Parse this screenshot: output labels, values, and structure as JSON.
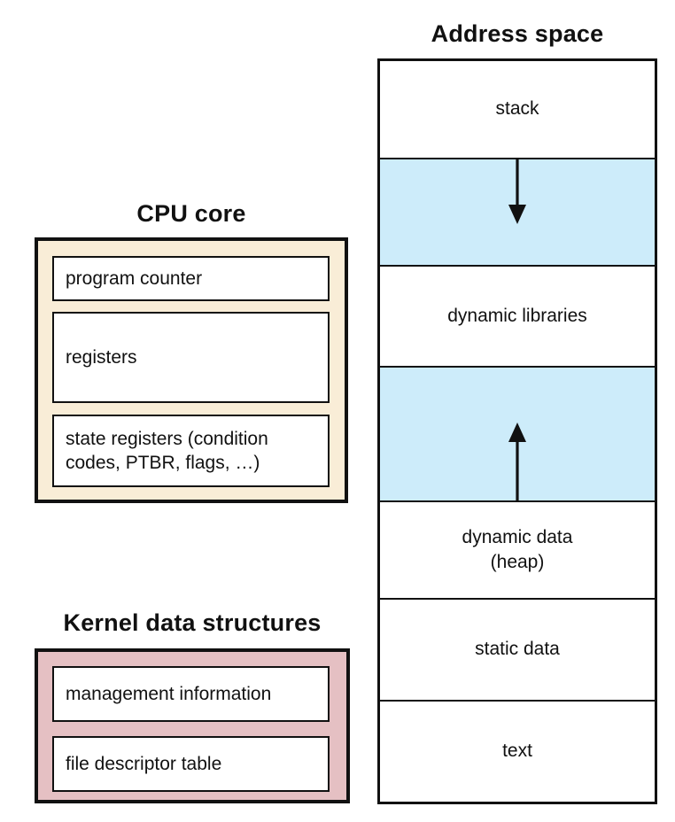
{
  "colors": {
    "blue": "#cdecfa",
    "cream": "#f9edd7",
    "pink": "#e5c0c3",
    "line": "#111111"
  },
  "cpu_core": {
    "title": "CPU core",
    "boxes": [
      "program counter",
      "registers",
      "state registers (condition codes, PTBR, flags, …)"
    ]
  },
  "kernel": {
    "title": "Kernel data structures",
    "boxes": [
      "management information",
      "file descriptor table"
    ]
  },
  "address_space": {
    "title": "Address space",
    "regions": [
      {
        "label": "stack",
        "fill": "white"
      },
      {
        "label": "",
        "fill": "blue",
        "arrow": "down"
      },
      {
        "label": "dynamic libraries",
        "fill": "white"
      },
      {
        "label": "",
        "fill": "blue",
        "arrow": "up"
      },
      {
        "label": "dynamic data\n(heap)",
        "fill": "white"
      },
      {
        "label": "static data",
        "fill": "white"
      },
      {
        "label": "text",
        "fill": "white"
      }
    ]
  }
}
